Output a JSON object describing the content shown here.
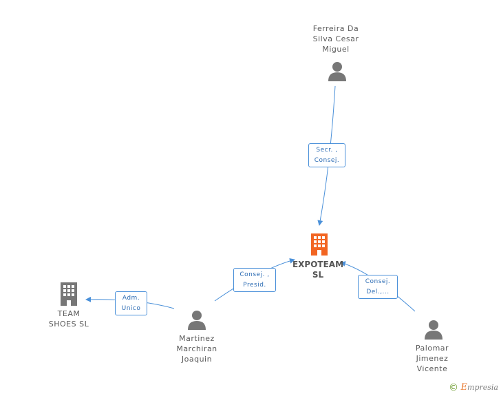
{
  "nodes": {
    "ferreira": {
      "name": "Ferreira Da Silva Cesar Miguel",
      "lines": [
        "Ferreira Da",
        "Silva Cesar",
        "Miguel"
      ]
    },
    "expoteam": {
      "lines": [
        "EXPOTEAM",
        "SL"
      ]
    },
    "team_shoes": {
      "lines": [
        "TEAM",
        "SHOES SL"
      ]
    },
    "martinez": {
      "lines": [
        "Martinez",
        "Marchiran",
        "Joaquin"
      ]
    },
    "palomar": {
      "lines": [
        "Palomar",
        "Jimenez",
        "Vicente"
      ]
    }
  },
  "relations": {
    "ferreira_expoteam": [
      "Secr. ,",
      "Consej."
    ],
    "martinez_expoteam": [
      "Consej. ,",
      "Presid."
    ],
    "palomar_expoteam": [
      "Consej.",
      "Del.,..."
    ],
    "martinez_teamshoes": [
      "Adm.",
      "Unico"
    ]
  },
  "colors": {
    "edge": "#4a90d9",
    "company_main": "#f26522",
    "company": "#777777",
    "person": "#777777"
  },
  "brand": {
    "copyright": "©",
    "e": "E",
    "rest": "mpresia"
  }
}
